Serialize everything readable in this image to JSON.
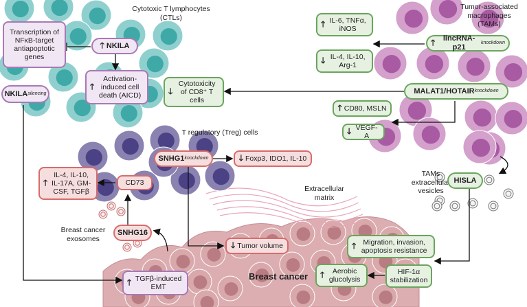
{
  "labels": {
    "ctl_title": "Cytotoxic T lymphocytes (CTLs)",
    "tam_title": "Tumor-associated macrophages (TAMs)",
    "treg_title": "T regulatory (Treg) cells",
    "tams_ev": "TAMs extracellular vesicles",
    "ecm": "Extracellular matrix",
    "bc_exosomes": "Breast cancer exosomes",
    "breast_cancer": "Breast cancer"
  },
  "boxes": {
    "nfkb": "Transcription of NFκB-target antiapoptotic genes",
    "nkila": "NKILA",
    "aicd": "Activation-induced cell death (AICD)",
    "nkila_sil": "NKILA",
    "nkila_sil_sup": "silencing",
    "cyto": "Cytotoxicity of CD8⁺ T cells",
    "il6": "IL-6, TNFα, iNOS",
    "il4tam": "IL-4, IL-10, Arg-1",
    "lincrna": "lincRNA-p21",
    "lincrna_sup": "knockdown",
    "malat": "MALAT1/HOTAIR",
    "malat_sup": "knockdown",
    "cd80": "CD80, MSLN",
    "vegf": "VEGF-A",
    "snhg1": "SNHG1",
    "snhg1_sup": "knockdown",
    "foxp3": "Foxp3, IDO1, IL-10",
    "il4treg": "IL-4, IL-10, IL-17A, GM-CSF, TGFβ",
    "cd73": "CD73",
    "snhg16": "SNHG16",
    "tumor_volume": "Tumor volume",
    "tgfb": "TGFβ-induced EMT",
    "hisla": "HISLA",
    "migration": "Migration, invasion, apoptosis resistance",
    "aerobic": "Aerobic glucolysis",
    "hif": "HIF-1α stabilization"
  },
  "arrows": {
    "up": "🡑",
    "down": "🡓"
  },
  "colors": {
    "ctl_outer": "#8fd0cf",
    "ctl_inner": "#3fa9a7",
    "tam_outer": "#d4a0cc",
    "tam_inner": "#a85aa2",
    "treg_outer": "#8a82b0",
    "treg_inner": "#4a4285",
    "cancer": "#d9a8ab",
    "cancer_nucleus": "#b87c82",
    "purple_border": "#a879b5",
    "green_border": "#6aa55c",
    "red_border": "#d86b6b"
  }
}
